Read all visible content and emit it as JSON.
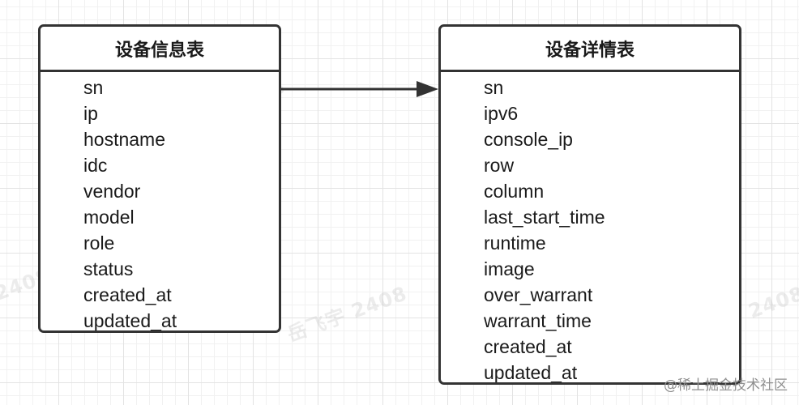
{
  "entities": [
    {
      "title": "设备信息表",
      "fields": [
        "sn",
        "ip",
        "hostname",
        "idc",
        "vendor",
        "model",
        "role",
        "status",
        "created_at",
        "updated_at"
      ]
    },
    {
      "title": "设备详情表",
      "fields": [
        "sn",
        "ipv6",
        "console_ip",
        "row",
        "column",
        "last_start_time",
        "runtime",
        "image",
        "over_warrant",
        "warrant_time",
        "created_at",
        "updated_at"
      ]
    }
  ],
  "relation": {
    "from_entity": 0,
    "from_field": "sn",
    "to_entity": 1,
    "to_field": "sn"
  },
  "watermark": {
    "text": "岳飞宇 2408"
  },
  "credit": {
    "text": "@稀土掘金技术社区"
  },
  "colors": {
    "border": "#333333",
    "text": "#1a1a1a",
    "grid_major": "#e3e3e3",
    "grid_minor": "#f1f1f1",
    "credit": "#8f8f8f"
  }
}
